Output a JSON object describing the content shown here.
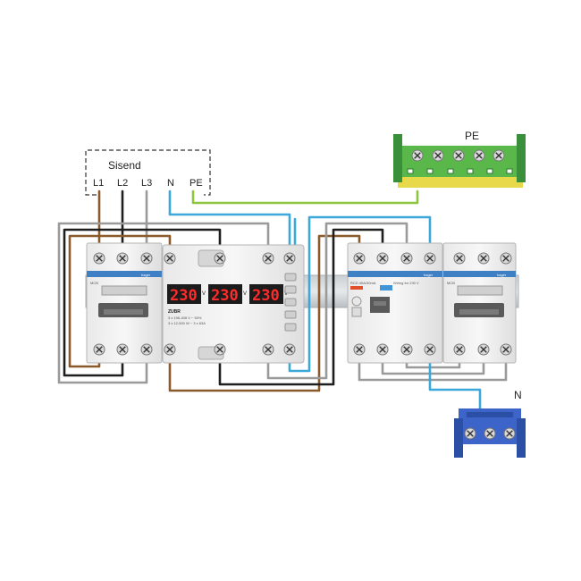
{
  "labels": {
    "supply_box": "Sisend",
    "phase_1": "L1",
    "phase_2": "L2",
    "phase_3": "L3",
    "neutral": "N",
    "earth": "PE",
    "pe_bar": "PE",
    "n_bar": "N"
  },
  "relay": {
    "display_1": "230",
    "display_2": "230",
    "display_3": "230",
    "unit": "V",
    "model": "ZUBR",
    "spec_1": "3 x 196-408 V ~ 50%",
    "spec_2": "3 x 12-500 W ~ 3 x 63A"
  },
  "devices": {
    "left_breaker": "MCB",
    "rcd": "RCD 40A/30mA",
    "rcd_detail": "Wiring for 230 V",
    "right_breaker": "MCB",
    "brand": "hager"
  },
  "colors": {
    "brown": "#8a5a2b",
    "black": "#1e1e1e",
    "grey": "#9a9a9a",
    "blue": "#3aa8d8",
    "green_yellow": "#8cc63f",
    "display_red": "#ff2a2a",
    "brand_blue": "#3f7fc4"
  }
}
